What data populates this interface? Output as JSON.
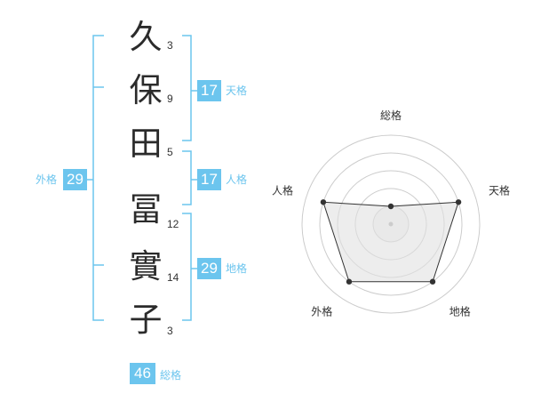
{
  "name_chars": [
    {
      "char": "久",
      "strokes": "3"
    },
    {
      "char": "保",
      "strokes": "9"
    },
    {
      "char": "田",
      "strokes": "5"
    },
    {
      "char": "冨",
      "strokes": "12"
    },
    {
      "char": "實",
      "strokes": "14"
    },
    {
      "char": "子",
      "strokes": "3"
    }
  ],
  "kaku": {
    "tenkaku": {
      "value": "17",
      "label": "天格"
    },
    "jinkaku": {
      "value": "17",
      "label": "人格"
    },
    "chikaku": {
      "value": "29",
      "label": "地格"
    },
    "gaikaku": {
      "value": "29",
      "label": "外格"
    },
    "soukaku": {
      "value": "46",
      "label": "総格"
    }
  },
  "colors": {
    "accent": "#6cc5ee",
    "text": "#2b2b2b",
    "ring": "#cccccc",
    "fill": "#eeeeee"
  },
  "chart_data": {
    "type": "radar",
    "axes": [
      "総格",
      "天格",
      "地格",
      "外格",
      "人格"
    ],
    "values": [
      1,
      4,
      4,
      4,
      4
    ],
    "max": 5,
    "rings": 5
  }
}
